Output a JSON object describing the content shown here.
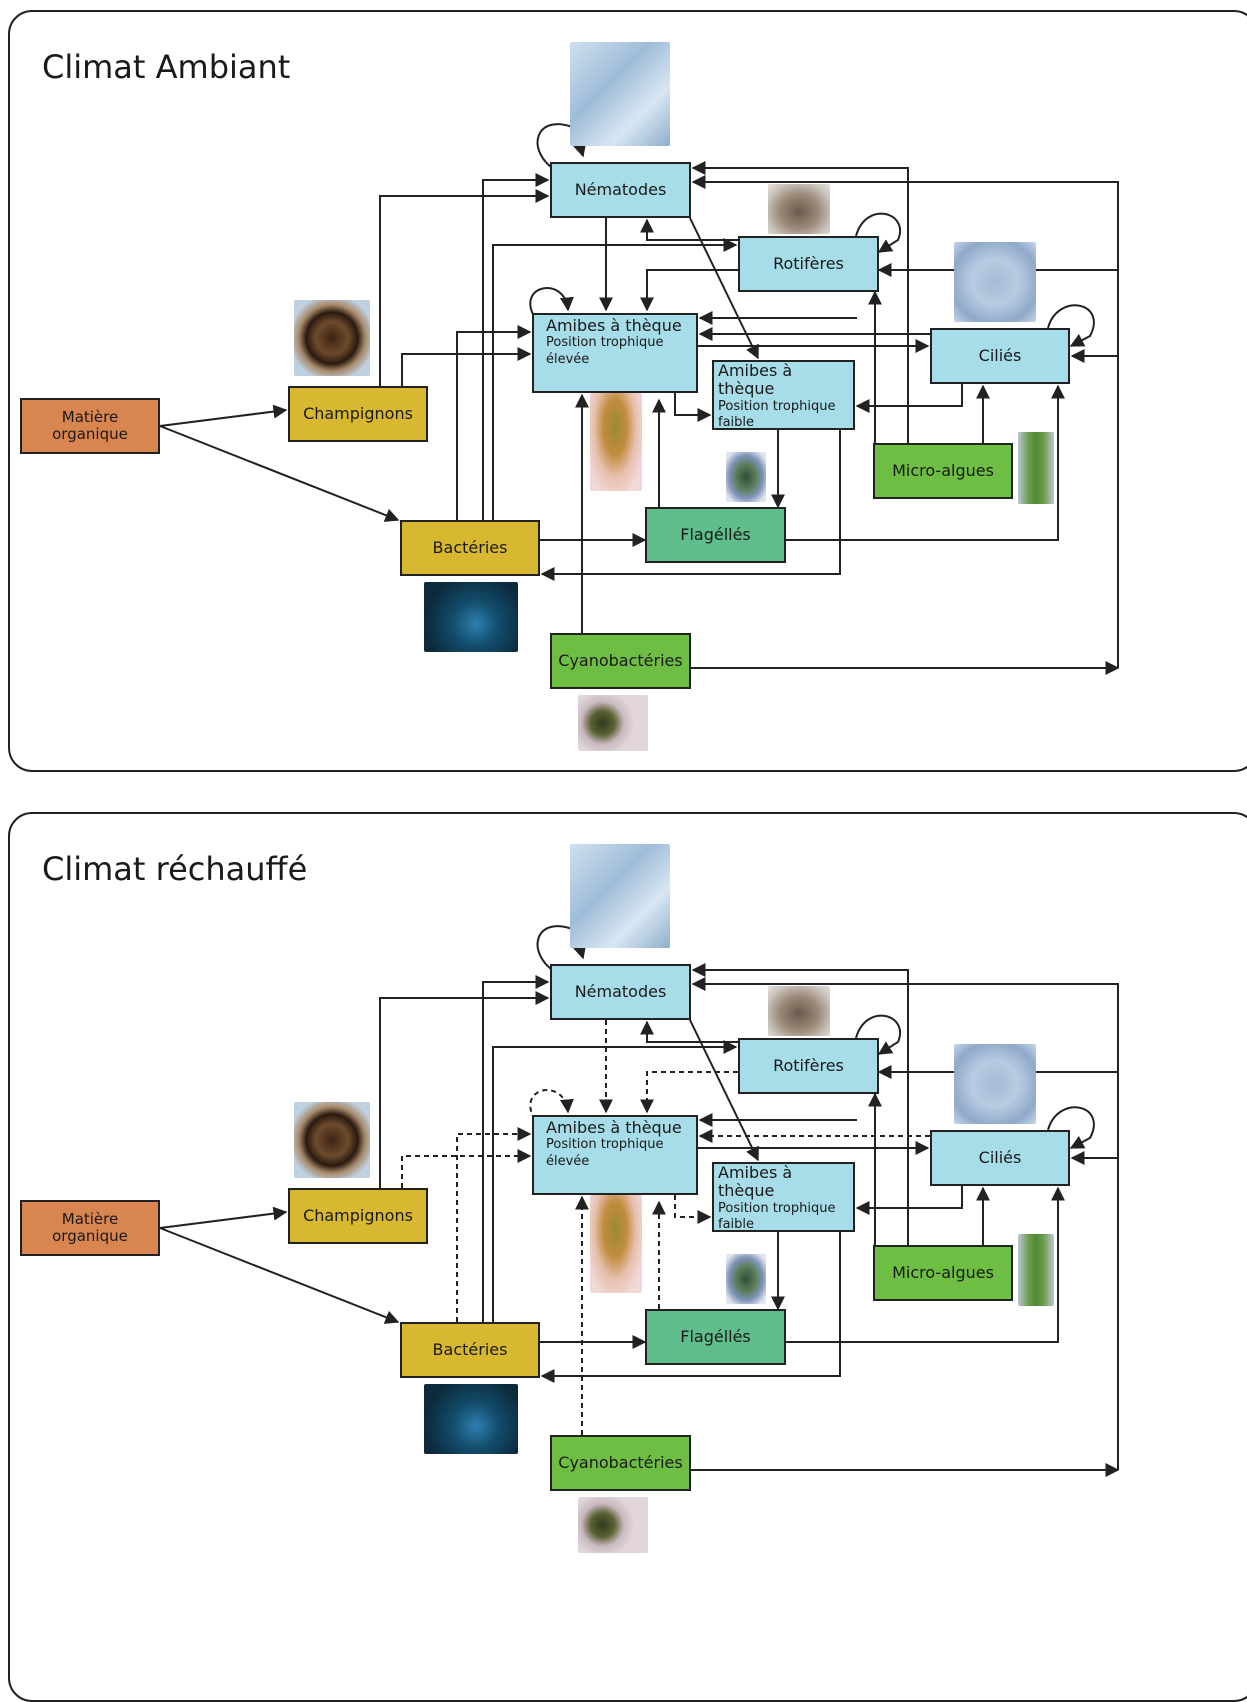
{
  "panels": [
    {
      "title": "Climat Ambiant",
      "nodes": {
        "matiere": "Matière\norganique",
        "champignons": "Champignons",
        "bacteries": "Bactéries",
        "cyanobacteries": "Cyanobactéries",
        "nematodes": "Nématodes",
        "rotiferes": "Rotifères",
        "amibes_elevee_title": "Amibes à thèque",
        "amibes_elevee_sub": "Position trophique\nélevée",
        "amibes_faible_title": "Amibes à thèque",
        "amibes_faible_sub": "Position trophique\nfaible",
        "cilies": "Ciliés",
        "flagelles": "Flagéllés",
        "micro_algues": "Micro-algues"
      }
    },
    {
      "title": "Climat réchauffé",
      "nodes": {
        "matiere": "Matière\norganique",
        "champignons": "Champignons",
        "bacteries": "Bactéries",
        "cyanobacteries": "Cyanobactéries",
        "nematodes": "Nématodes",
        "rotiferes": "Rotifères",
        "amibes_elevee_title": "Amibes à thèque",
        "amibes_elevee_sub": "Position trophique\nélevée",
        "amibes_faible_title": "Amibes à thèque",
        "amibes_faible_sub": "Position trophique\nfaible",
        "cilies": "Ciliés",
        "flagelles": "Flagéllés",
        "micro_algues": "Micro-algues"
      }
    }
  ],
  "colors": {
    "organic": "#d9854f",
    "decomposer": "#d8b830",
    "consumer": "#a6dde8",
    "producer": "#6fbe44",
    "flagellate": "#5fbe8c"
  }
}
